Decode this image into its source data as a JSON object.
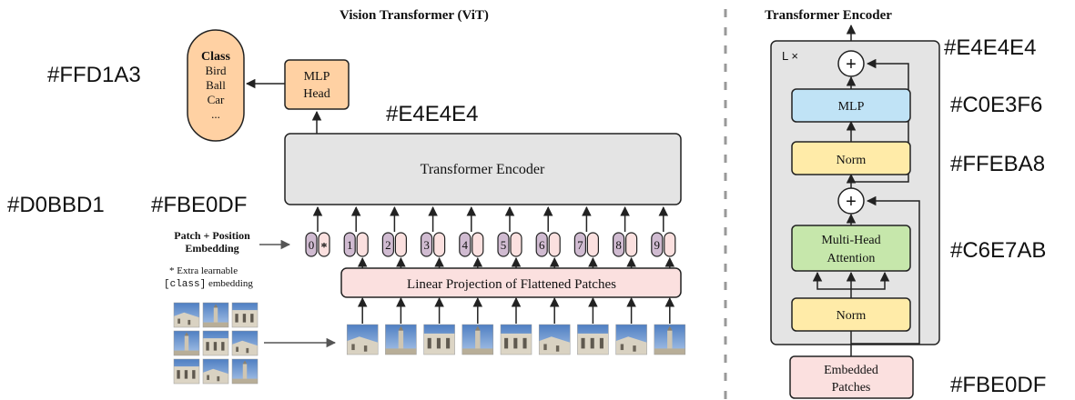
{
  "vit": {
    "title": "Vision Transformer (ViT)",
    "class_box": {
      "title": "Class",
      "items": [
        "Bird",
        "Ball",
        "Car",
        "..."
      ]
    },
    "mlp_head": {
      "line1": "MLP",
      "line2": "Head"
    },
    "encoder_label": "Transformer Encoder",
    "embedding_label": {
      "line1": "Patch + Position",
      "line2": "Embedding"
    },
    "extra_note": {
      "line1": "* Extra learnable",
      "line2_code": "[class]",
      "line2_rest": " embedding"
    },
    "projection_label": "Linear Projection of Flattened Patches",
    "tokens": [
      "0",
      "1",
      "2",
      "3",
      "4",
      "5",
      "6",
      "7",
      "8",
      "9"
    ],
    "class_token_mark": "*"
  },
  "encoder_detail": {
    "title": "Transformer Encoder",
    "repeat_label": "L ×",
    "plus_symbol": "+",
    "mlp_label": "MLP",
    "norm_label": "Norm",
    "attention_label": {
      "line1": "Multi-Head",
      "line2": "Attention"
    },
    "embedded": {
      "line1": "Embedded",
      "line2": "Patches"
    }
  },
  "color_labels": {
    "class_box": "#FFD1A3",
    "vit_encoder": "#E4E4E4",
    "token_position": "#D0BBD1",
    "token_patch": "#FBE0DF",
    "detail_encoder": "#E4E4E4",
    "mlp": "#C0E3F6",
    "norm": "#FFEBA8",
    "attention": "#C6E7AB",
    "embedded": "#FBE0DF"
  },
  "colors": {
    "class_fill": "#FFD1A3",
    "encoder_fill": "#E4E4E4",
    "position_fill": "#D0BBD1",
    "patch_fill": "#FBE0DF",
    "mlp_fill": "#C0E3F6",
    "norm_fill": "#FFEBA8",
    "attention_fill": "#C6E7AB",
    "stroke": "#222222"
  }
}
